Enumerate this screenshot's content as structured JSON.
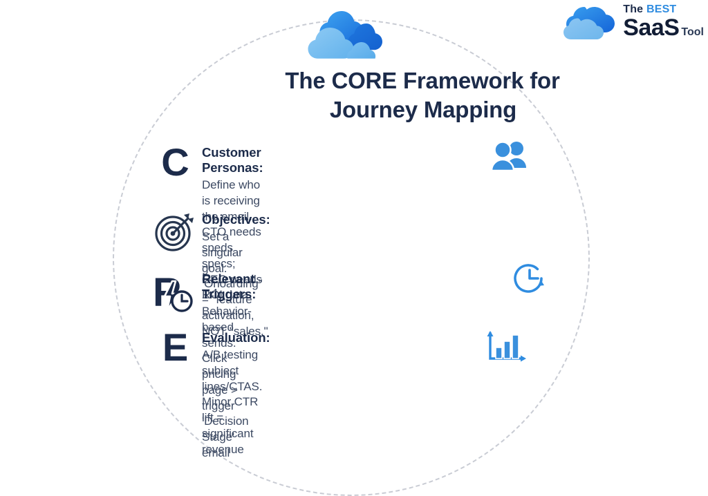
{
  "brand": {
    "line1_prefix": "The ",
    "line1_highlight": "BEST",
    "name": "SaaS",
    "suffix": "Tool",
    "cloud_icon": "cloud-icon",
    "colors": {
      "highlight": "#2f8ce0",
      "dark": "#121d35"
    }
  },
  "hero": {
    "cloud_cluster_icon": "cloud-cluster-icon",
    "title_line1": "The CORE Framework for",
    "title_line2": "Journey Mapping"
  },
  "colors": {
    "navy": "#1c2b4a",
    "body_text": "#3d4a63",
    "accent_blue": "#2f8ce0",
    "dashed_ring": "#c9ccd4",
    "background": "#ffffff"
  },
  "framework": {
    "items": [
      {
        "letter": "C",
        "letter_icon": "letter-c",
        "heading": "Customer Personas:",
        "description": "Define who is receiving the email. CTO needs\nspeds specs; CEO needs ROI data.",
        "accent_icon": "people-icon"
      },
      {
        "letter": "O",
        "letter_icon": "target-dartboard-icon",
        "heading": "Objectives:",
        "description": "Set a singular goal. 'Onoarding\" = \"feature activation, NOT \"sales.\"",
        "accent_icon": ""
      },
      {
        "letter": "R",
        "letter_icon": "letter-r-lightning-clock",
        "heading": "Relevant Triggers:",
        "description": "Behavior-based sends. Click pricing page > trigger 'Decision\nStage' email",
        "accent_icon": "clock-history-icon"
      },
      {
        "letter": "E",
        "letter_icon": "letter-e",
        "heading": "Evaluation:",
        "description": "A/B testing subject lines/CTAS.\nMinor CTR lift = significant\nrevenue",
        "accent_icon": "bar-chart-icon"
      }
    ]
  }
}
